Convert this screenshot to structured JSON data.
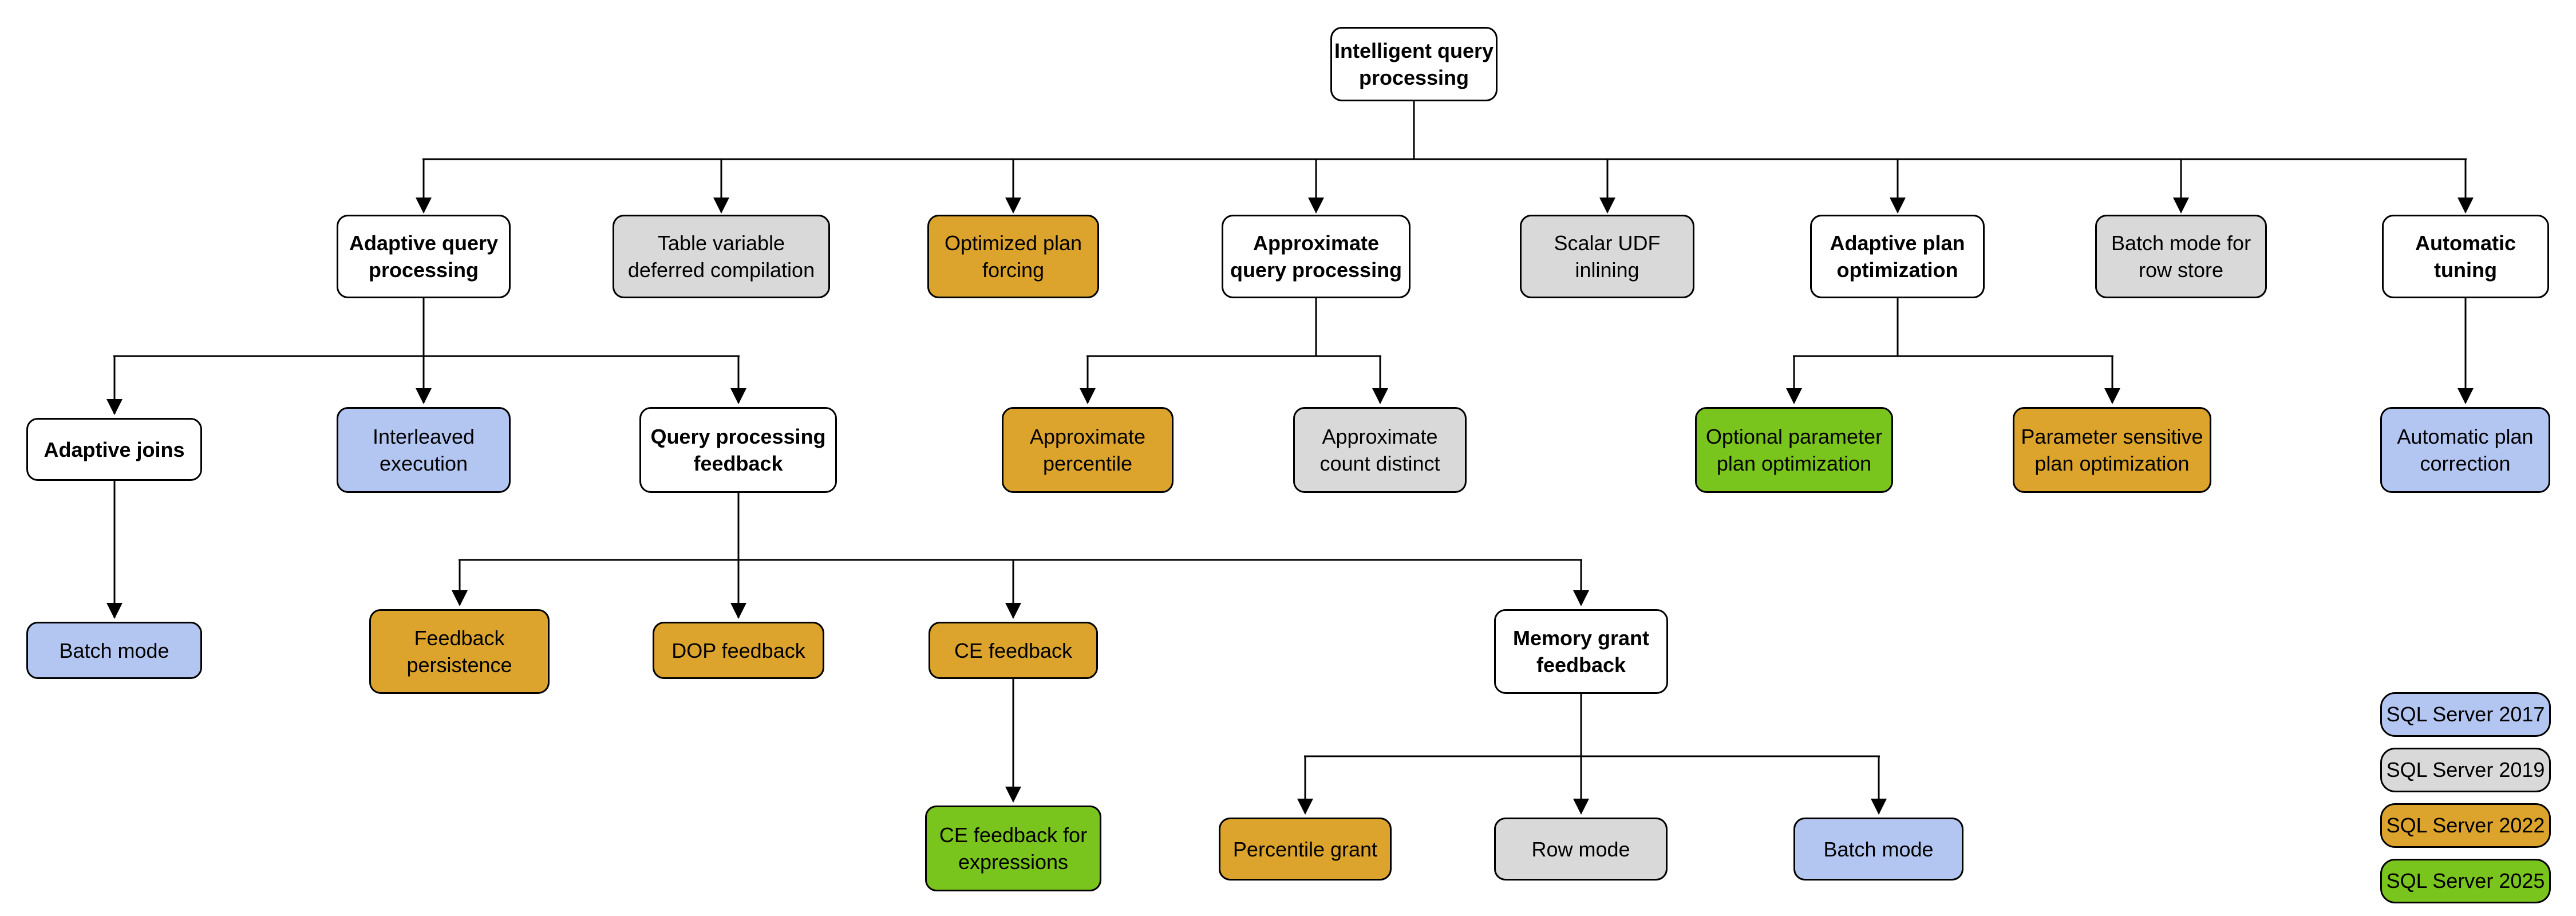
{
  "colors": {
    "vnone": "#ffffff",
    "v2017": "#b3c6f2",
    "v2019": "#d9d9d9",
    "v2022": "#dca42d",
    "v2025": "#79c41d",
    "border": "#000000",
    "line": "#000000"
  },
  "nodes": {
    "root": {
      "label": "Intelligent query\nprocessing",
      "version": "none"
    },
    "aqp": {
      "label": "Adaptive query\nprocessing",
      "version": "none"
    },
    "tvdc": {
      "label": "Table variable\ndeferred compilation",
      "version": "2019"
    },
    "opf": {
      "label": "Optimized plan\nforcing",
      "version": "2022"
    },
    "aqpr": {
      "label": "Approximate\nquery processing",
      "version": "none"
    },
    "sudf": {
      "label": "Scalar UDF\ninlining",
      "version": "2019"
    },
    "apo": {
      "label": "Adaptive plan\noptimization",
      "version": "none"
    },
    "bmrs": {
      "label": "Batch mode for\nrow store",
      "version": "2019"
    },
    "at": {
      "label": "Automatic\ntuning",
      "version": "none"
    },
    "aj": {
      "label": "Adaptive joins",
      "version": "none"
    },
    "ie": {
      "label": "Interleaved\nexecution",
      "version": "2017"
    },
    "qpf": {
      "label": "Query processing\nfeedback",
      "version": "none"
    },
    "apct": {
      "label": "Approximate\npercentile",
      "version": "2022"
    },
    "acd": {
      "label": "Approximate\ncount distinct",
      "version": "2019"
    },
    "oppo": {
      "label": "Optional parameter\nplan optimization",
      "version": "2025"
    },
    "pspo": {
      "label": "Parameter sensitive\nplan optimization",
      "version": "2022"
    },
    "apc": {
      "label": "Automatic plan\ncorrection",
      "version": "2017"
    },
    "bm1": {
      "label": "Batch mode",
      "version": "2017"
    },
    "fp": {
      "label": "Feedback\npersistence",
      "version": "2022"
    },
    "dop": {
      "label": "DOP feedback",
      "version": "2022"
    },
    "ce": {
      "label": "CE feedback",
      "version": "2022"
    },
    "mgf": {
      "label": "Memory grant\nfeedback",
      "version": "none"
    },
    "cefx": {
      "label": "CE feedback for\nexpressions",
      "version": "2025"
    },
    "pg": {
      "label": "Percentile grant",
      "version": "2022"
    },
    "rm": {
      "label": "Row mode",
      "version": "2019"
    },
    "bm2": {
      "label": "Batch mode",
      "version": "2017"
    }
  },
  "legend": {
    "items": [
      {
        "label": "SQL Server 2017",
        "version": "2017"
      },
      {
        "label": "SQL Server 2019",
        "version": "2019"
      },
      {
        "label": "SQL Server 2022",
        "version": "2022"
      },
      {
        "label": "SQL Server 2025",
        "version": "2025"
      }
    ]
  }
}
